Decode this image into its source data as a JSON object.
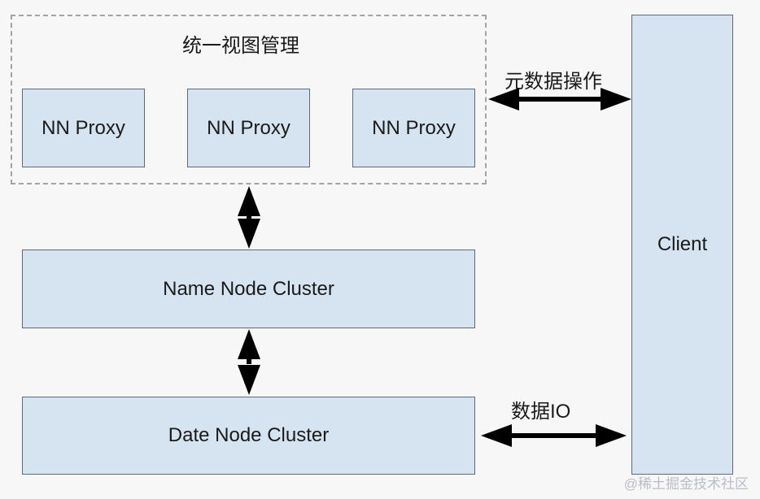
{
  "group": {
    "title": "统一视图管理"
  },
  "proxies": [
    {
      "label": "NN Proxy"
    },
    {
      "label": "NN Proxy"
    },
    {
      "label": "NN Proxy"
    }
  ],
  "name_node": {
    "label": "Name Node Cluster"
  },
  "data_node": {
    "label": "Date Node Cluster"
  },
  "client": {
    "label": "Client"
  },
  "edges": {
    "metadata": {
      "label": "元数据操作"
    },
    "data_io": {
      "label": "数据IO"
    }
  },
  "watermark": "@稀土掘金技术社区",
  "colors": {
    "node_fill": "#d6e4f2",
    "node_border": "#5f6a75",
    "arrow": "#000000",
    "group_border": "#a3a3a3"
  }
}
